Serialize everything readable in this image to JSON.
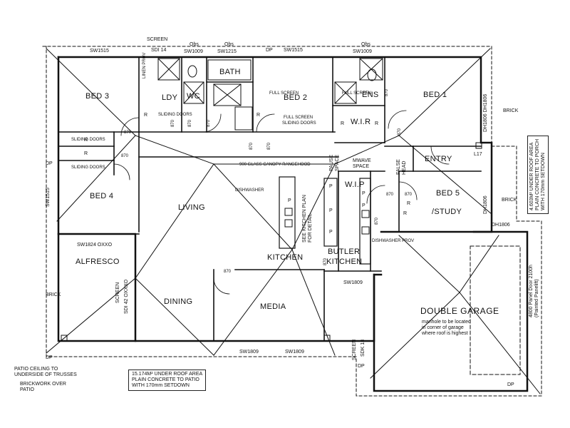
{
  "rooms": {
    "bed3": "BED 3",
    "ldy": "LDY",
    "wc": "WC",
    "bath": "BATH",
    "bed2": "BED 2",
    "ens": "ENS",
    "bed1": "BED 1",
    "wir": "W.I.R",
    "entry": "ENTRY",
    "bed4": "BED 4",
    "living": "LIVING",
    "wip": "W.I.P",
    "bed5_line1": "BED 5",
    "bed5_line2": "/STUDY",
    "alfresco": "ALFRESCO",
    "kitchen": "KITCHEN",
    "butlers_line1": "BUTLER",
    "butlers_line2": "KITCHEN",
    "dining": "DINING",
    "media": "MEDIA",
    "double_garage": "DOUBLE GARAGE"
  },
  "windows": {
    "screen_top": "SCREEN",
    "sw1515_a": "SW1515",
    "sdi14": "SDI 14",
    "obs_a": "Obs",
    "sw1009_a": "SW1009",
    "obs_b": "Obs",
    "sw1215": "SW1215",
    "dp_a": "DP",
    "sw1515_b": "SW1515",
    "obs_c": "Obs",
    "sw1009_b": "SW1009",
    "dp_left": "DP",
    "sw1515_left": "SW1515",
    "sw1824": "SW1824 OXXO",
    "sdi42": "SDI 42 OXXXO",
    "screen_alf": "SCREEN",
    "sw1809_a": "SW1809",
    "sw1809_b": "SW1809",
    "sw1809_c": "SW1809",
    "screen_sdk": "SCREEN",
    "sdk18": "SDK 18",
    "dh1806_a": "DH1806 DH1806",
    "dh1806_b": "DH1806",
    "dh1806_c": "DH1806",
    "l17": "L17",
    "brick_a": "BRICK",
    "brick_b": "BRICK",
    "brick_c": "BRICK",
    "dp_b": "DP",
    "dp_c": "DP",
    "dp_d": "DP"
  },
  "fixtures": {
    "linen_prov": "LINEN PROV",
    "full_screen_a": "FULL SCREEN",
    "full_screen_b": "FULL SCREEN",
    "full_screen_c": "FULL SCREEN",
    "sliding_doors_a": "SLIDING DOORS",
    "sliding_doors_b": "SLIDING DOORS",
    "sliding_doors_c": "SLIDING DOORS",
    "sliding_doors_d": "SLIDING DOORS",
    "dishwasher_a": "DISHWASHER",
    "dishwasher_b": "DISHWASHER PROV",
    "glass_canopy": "900 GLASS CANOPY RANGEHOOD",
    "see_kitchen_plan": "SEE KITCHEN PLAN\nFOR DETAIL",
    "mwave": "MWAVE\nSPACE",
    "pause": "PAUSE\nSPACE",
    "false_head": "FALSE\nHEAD",
    "manhole": "manhole to be located\nin corner of garage\nwhere roof is highest",
    "panel_door": "4800 Panel Door 2100h\n(Painted Panelift)",
    "r_marks": [
      "R",
      "R",
      "R",
      "R",
      "R",
      "R",
      "R",
      "R"
    ],
    "p_marks": [
      "P",
      "P",
      "P",
      "P",
      "P",
      "P"
    ],
    "door_870": [
      "870",
      "870",
      "870",
      "870",
      "870",
      "870",
      "870",
      "870",
      "870",
      "870",
      "870",
      "870",
      "870",
      "870"
    ]
  },
  "notes": {
    "porch_area": "4.603M² UNDER ROOF AREA\nPLAIN CONCRETE TO PORCH\nWITH 170mm SETDOWN",
    "patio_area": "15.174M² UNDER ROOF AREA\nPLAIN CONCRETE TO PATIO\nWITH 170mm SETDOWN",
    "patio_ceiling": "PATIO CEILING TO\nUNDERSIDE OF TRUSSES",
    "brickwork_over": "BRICKWORK OVER\nPATIO"
  }
}
